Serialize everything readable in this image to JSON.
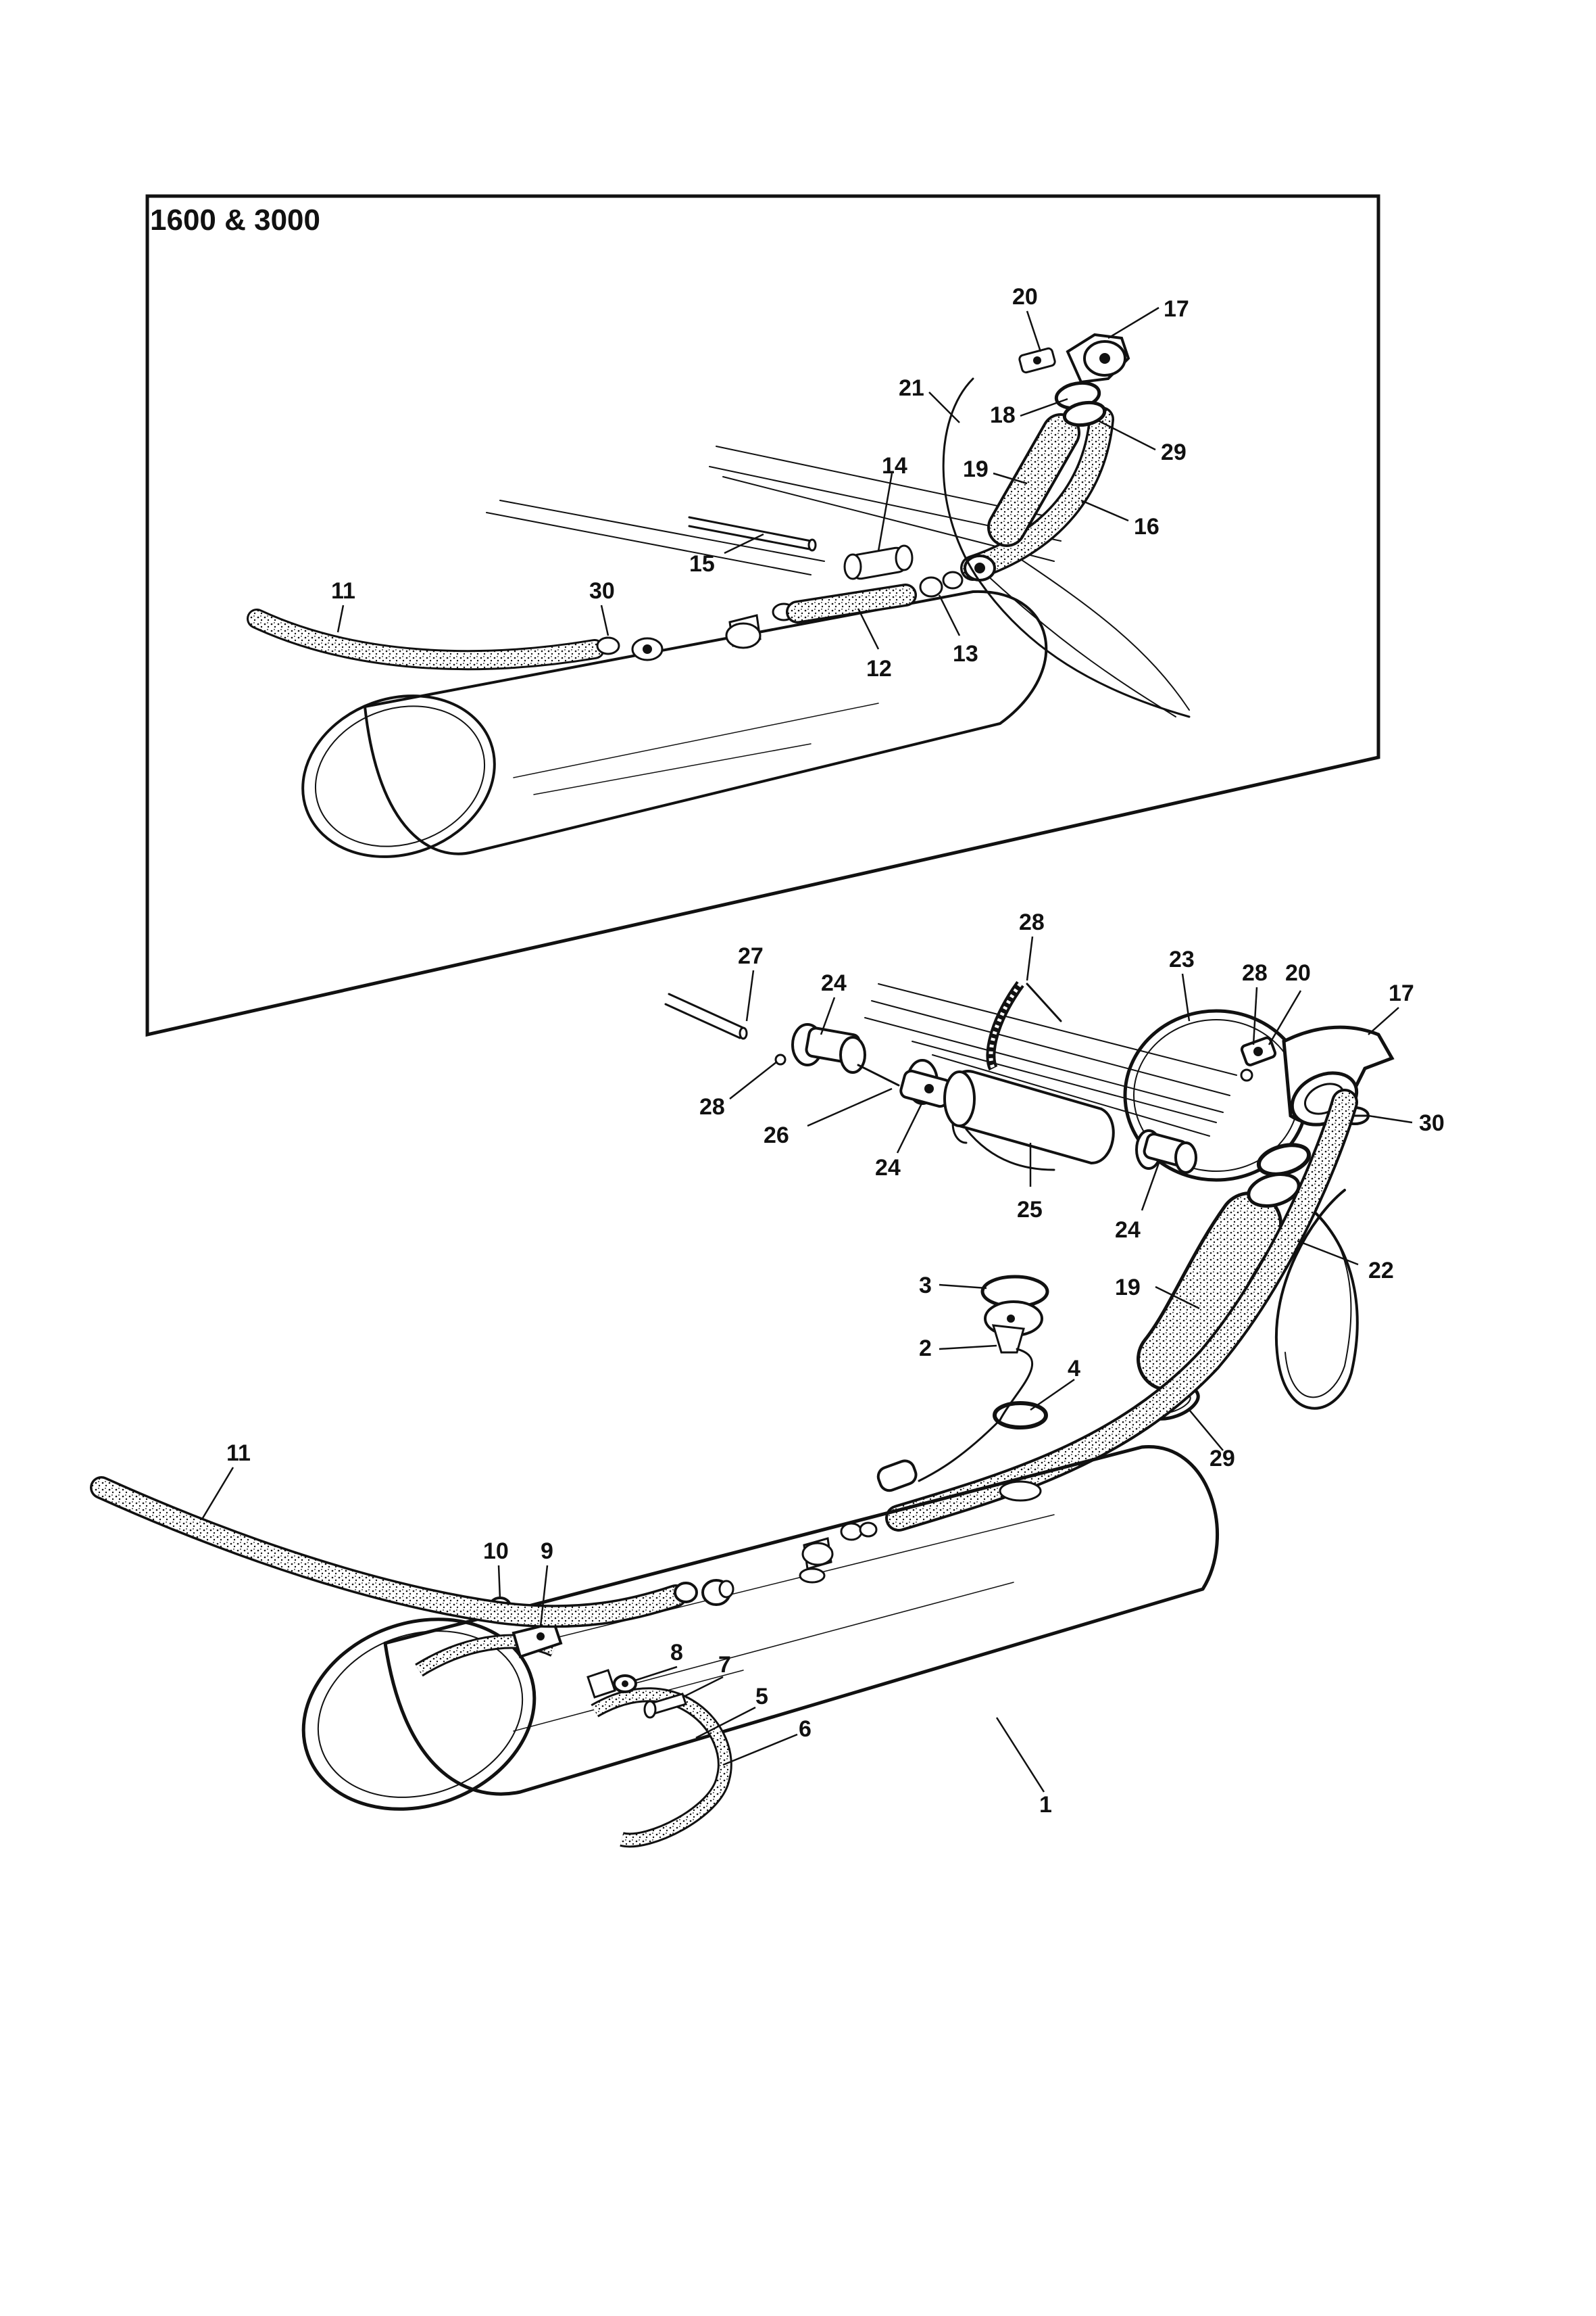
{
  "inset": {
    "title": "1600 & 3000",
    "callouts": [
      "20",
      "17",
      "21",
      "18",
      "29",
      "14",
      "19",
      "16",
      "15",
      "11",
      "30",
      "12",
      "13"
    ]
  },
  "main": {
    "callouts": [
      "28",
      "27",
      "23",
      "28",
      "20",
      "17",
      "24",
      "28",
      "26",
      "24",
      "25",
      "24",
      "30",
      "22",
      "3",
      "19",
      "2",
      "4",
      "29",
      "11",
      "10",
      "9",
      "8",
      "7",
      "5",
      "6",
      "1"
    ]
  }
}
